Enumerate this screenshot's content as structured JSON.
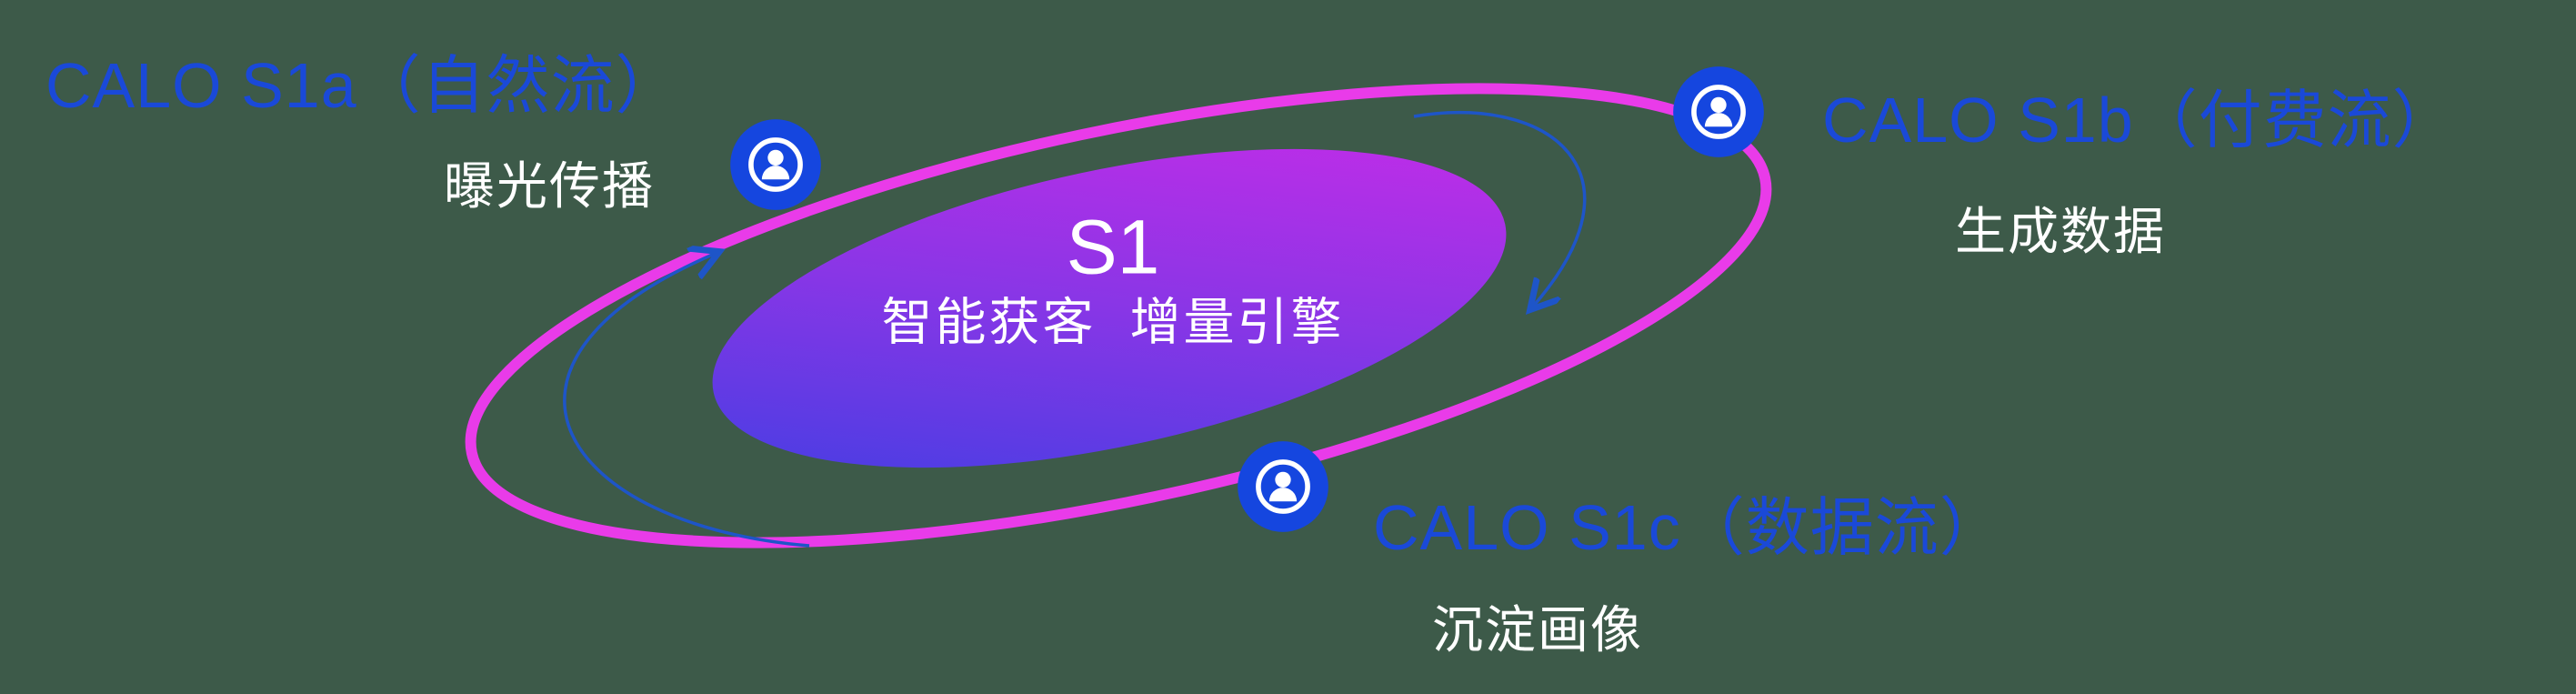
{
  "diagram": {
    "background_color": "#3D5A49",
    "core": {
      "title": "S1",
      "subtitle": "智能获客  增量引擎",
      "gradient_start": "#3B3FE2",
      "gradient_end": "#CC2BE8"
    },
    "orbit": {
      "ring_color": "#E93BE9"
    },
    "accent_blue": "#1A49D8",
    "arrow_color": "#1E55C8",
    "nodes": [
      {
        "id": "s1a",
        "label": "CALO S1a（自然流）",
        "sublabel": "曝光传播",
        "icon": "user-icon"
      },
      {
        "id": "s1b",
        "label": "CALO S1b（付费流）",
        "sublabel": "生成数据",
        "icon": "user-icon"
      },
      {
        "id": "s1c",
        "label": "CALO S1c（数据流）",
        "sublabel": "沉淀画像",
        "icon": "user-icon"
      }
    ]
  }
}
